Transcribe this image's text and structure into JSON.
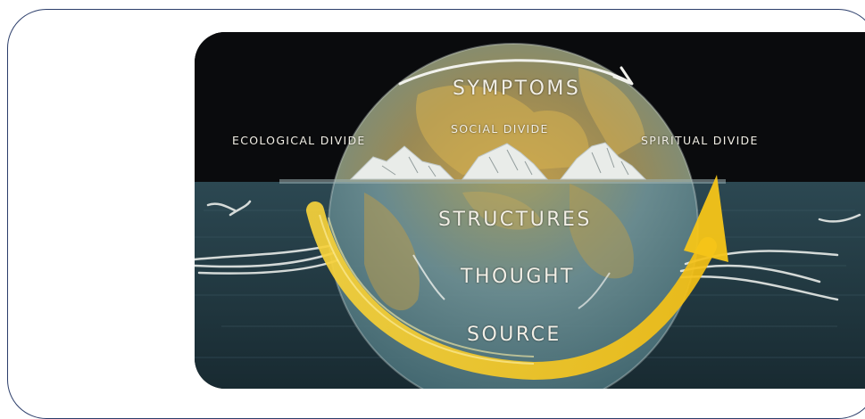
{
  "diagram": {
    "top_label": "SYMPTOMS",
    "divides": {
      "ecological": "ECOLOGICAL DIVIDE",
      "social": "SOCIAL DIVIDE",
      "spiritual": "SPIRITUAL DIVIDE"
    },
    "layers": {
      "structures": "STRUCTURES",
      "thought": "THOUGHT",
      "source": "SOURCE"
    }
  },
  "colors": {
    "sky": "#0a0b0d",
    "sea": "#1f3640",
    "globe_land": "#c8a64a",
    "globe_water": "#7fa6a8",
    "arrow": "#f5c518",
    "border": "#2c3e6b"
  }
}
